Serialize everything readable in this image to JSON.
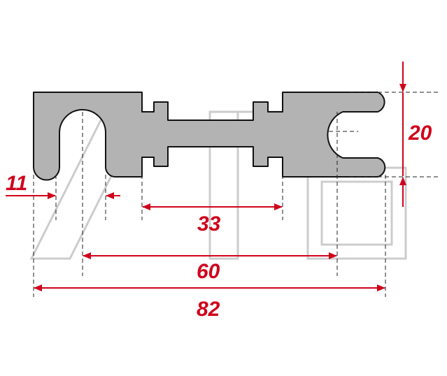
{
  "drawing": {
    "dimensions": {
      "slot_width": "11",
      "height": "20",
      "inner_span": "33",
      "hole_center_span": "60",
      "overall_length": "82"
    },
    "colors": {
      "dimension": "#d0021b",
      "part_fill": "#b3b3b3",
      "outline": "#111111",
      "watermark": "#cccccc"
    }
  }
}
